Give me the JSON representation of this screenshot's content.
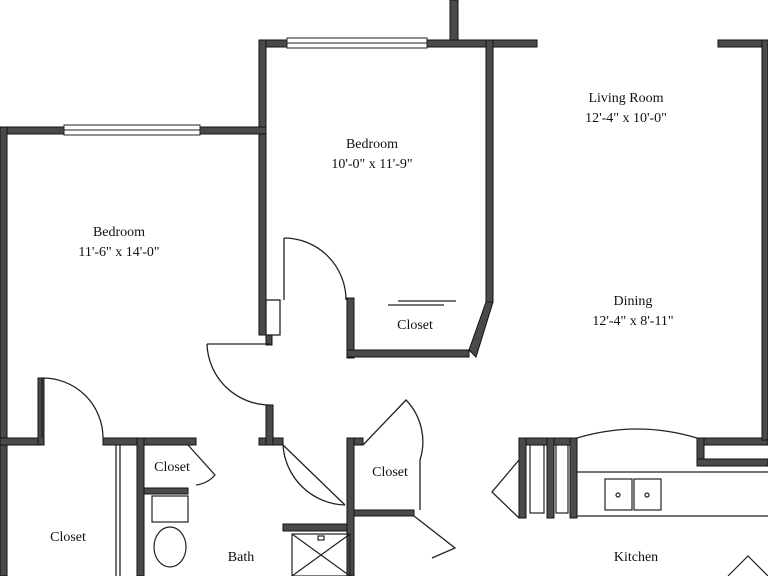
{
  "rooms": {
    "living": {
      "name": "Living Room",
      "dims": "12'-4\" x 10'-0\""
    },
    "bedroom_upper": {
      "name": "Bedroom",
      "dims": "10'-0\" x 11'-9\""
    },
    "bedroom_left": {
      "name": "Bedroom",
      "dims": "11'-6\" x 14'-0\""
    },
    "dining": {
      "name": "Dining",
      "dims": "12'-4\" x 8'-11\""
    },
    "closet_bedroom": {
      "name": "Closet"
    },
    "closet_small": {
      "name": "Closet"
    },
    "closet_hall": {
      "name": "Closet"
    },
    "closet_left": {
      "name": "Closet"
    },
    "bath": {
      "name": "Bath"
    },
    "kitchen": {
      "name": "Kitchen"
    }
  },
  "colors": {
    "wall": "#4a4a4a",
    "wall_outline": "#111111",
    "line": "#222222",
    "background": "#ffffff"
  }
}
